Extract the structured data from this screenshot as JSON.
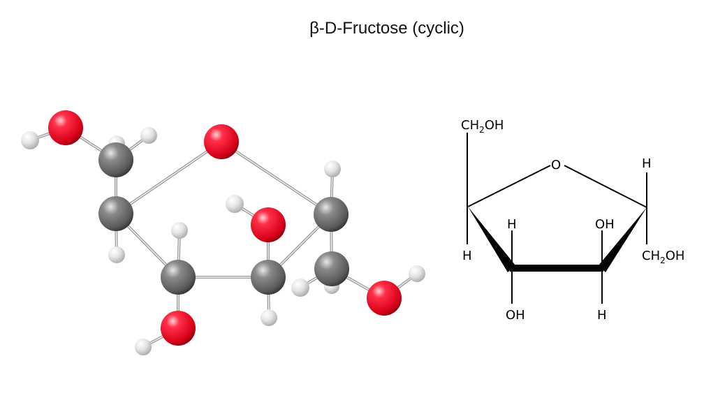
{
  "title": "β-D-Fructose (cyclic)",
  "colors": {
    "oxygen": "#e8102a",
    "carbon": "#6e6e6e",
    "hydrogen": "#e6e6e6",
    "ink": "#000000"
  },
  "formula": {
    "top_left_group": {
      "main": "CH",
      "sub": "2",
      "tail": "OH"
    },
    "ring_oxygen": "O",
    "top_right_h": "H",
    "left_h": "H",
    "right_group": {
      "main": "CH",
      "sub": "2",
      "tail": "OH"
    },
    "c3_top": "H",
    "c3_bottom": "OH",
    "c4_top": "OH",
    "c4_bottom": "H"
  }
}
